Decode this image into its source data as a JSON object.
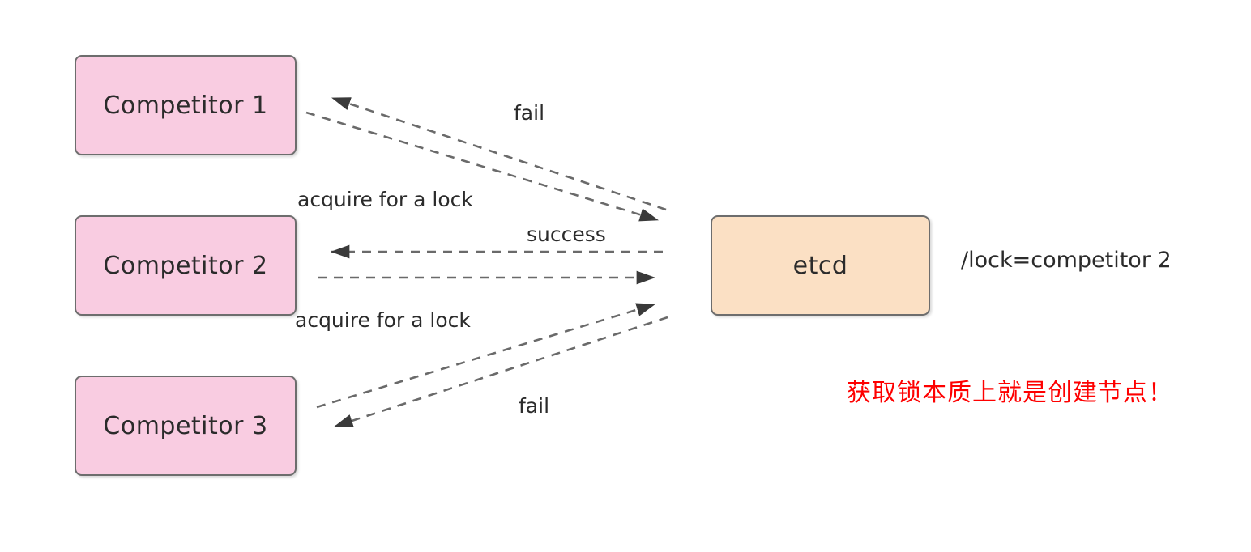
{
  "diagram": {
    "title": "etcd distributed lock acquisition",
    "type": "sequence-flow",
    "background": "#ffffff",
    "colors": {
      "competitor_fill": "#f9cce1",
      "etcd_fill": "#fbe0c4",
      "node_border": "#6d6d6d",
      "text": "#2b2b2b",
      "arrow": "#444444",
      "callout_red": "#fe0000"
    }
  },
  "nodes": [
    {
      "id": "competitor-1",
      "label": "Competitor 1",
      "kind": "competitor"
    },
    {
      "id": "competitor-2",
      "label": "Competitor 2",
      "kind": "competitor"
    },
    {
      "id": "competitor-3",
      "label": "Competitor 3",
      "kind": "competitor"
    },
    {
      "id": "etcd",
      "label": "etcd",
      "kind": "store"
    }
  ],
  "edges": [
    {
      "id": "c1-request",
      "from": "competitor-1",
      "to": "etcd",
      "label": "acquire for a lock",
      "style": "dashed",
      "direction": "right"
    },
    {
      "id": "c1-response",
      "from": "etcd",
      "to": "competitor-1",
      "label": "fail",
      "style": "dashed",
      "direction": "left"
    },
    {
      "id": "c2-request",
      "from": "competitor-2",
      "to": "etcd",
      "label": "",
      "style": "dashed",
      "direction": "right"
    },
    {
      "id": "c2-response",
      "from": "etcd",
      "to": "competitor-2",
      "label": "success",
      "style": "dashed",
      "direction": "left"
    },
    {
      "id": "c3-request",
      "from": "competitor-3",
      "to": "etcd",
      "label": "acquire for a lock",
      "style": "dashed",
      "direction": "right"
    },
    {
      "id": "c3-response",
      "from": "etcd",
      "to": "competitor-3",
      "label": "fail",
      "style": "dashed",
      "direction": "left"
    }
  ],
  "labels": {
    "fail_top": "fail",
    "acquire_top": "acquire for a lock",
    "success": "success",
    "acquire_bottom": "acquire for a lock",
    "fail_bottom": "fail"
  },
  "annotations": {
    "lock_value": "/lock=competitor 2",
    "callout": "获取锁本质上就是创建节点！"
  }
}
